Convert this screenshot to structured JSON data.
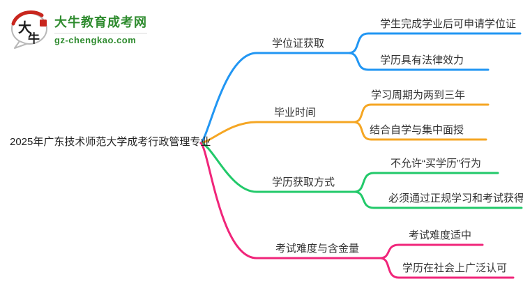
{
  "logo": {
    "bubble_char_1": "大",
    "bubble_char_2": "牛",
    "site_name": "大牛教育成考网",
    "site_domain": "gz-chengkao.com",
    "brand_color": "#2e8b2e",
    "seal_color": "#c8261e"
  },
  "mindmap": {
    "root": {
      "label": "2025年广东技术师范大学成考行政管理专业"
    },
    "branches": [
      {
        "label": "学位证获取",
        "color": "#2196f3",
        "children": [
          "学生完成学业后可申请学位证",
          "学历具有法律效力"
        ]
      },
      {
        "label": "毕业时间",
        "color": "#f5a623",
        "children": [
          "学习周期为两到三年",
          "结合自学与集中面授"
        ]
      },
      {
        "label": "学历获取方式",
        "color": "#22c96a",
        "children": [
          "不允许“买学历”行为",
          "必须通过正规学习和考试获得"
        ]
      },
      {
        "label": "考试难度与含金量",
        "color": "#f0257a",
        "children": [
          "考试难度适中",
          "学历在社会上广泛认可"
        ]
      }
    ]
  }
}
